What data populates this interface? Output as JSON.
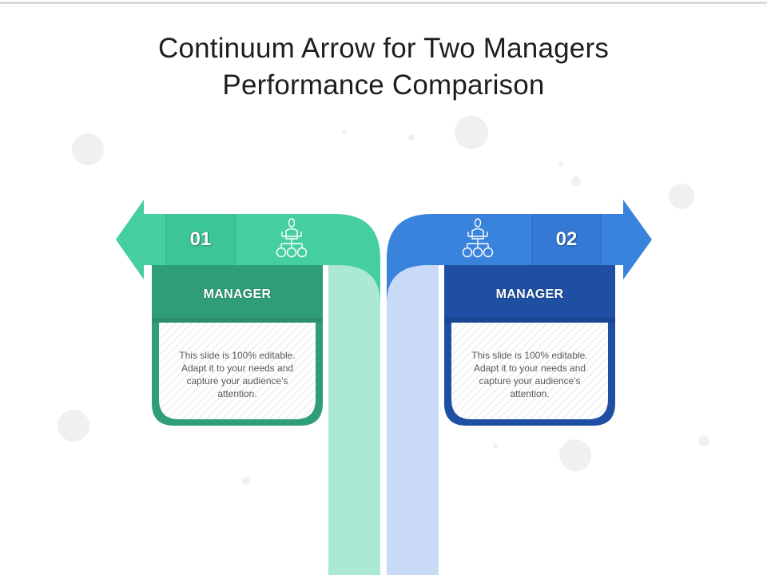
{
  "slide": {
    "title_line_1": "Continuum Arrow for Two Managers",
    "title_line_2": "Performance Comparison"
  },
  "colors": {
    "green_dark": "#2f9e76",
    "green_mid": "#45cfa0",
    "green_light": "#abe9d3",
    "blue_dark": "#1e4fa2",
    "blue_mid": "#3a83dc",
    "blue_light": "#c8daf5"
  },
  "cards": [
    {
      "number": "01",
      "heading": "MANAGER",
      "body": "This slide is 100% editable. Adapt it to your needs and capture your audience's attention.",
      "icon": "org-chart-icon"
    },
    {
      "number": "02",
      "heading": "MANAGER",
      "body": "This slide is 100% editable. Adapt it to your needs and capture your audience's attention.",
      "icon": "org-chart-icon"
    }
  ]
}
